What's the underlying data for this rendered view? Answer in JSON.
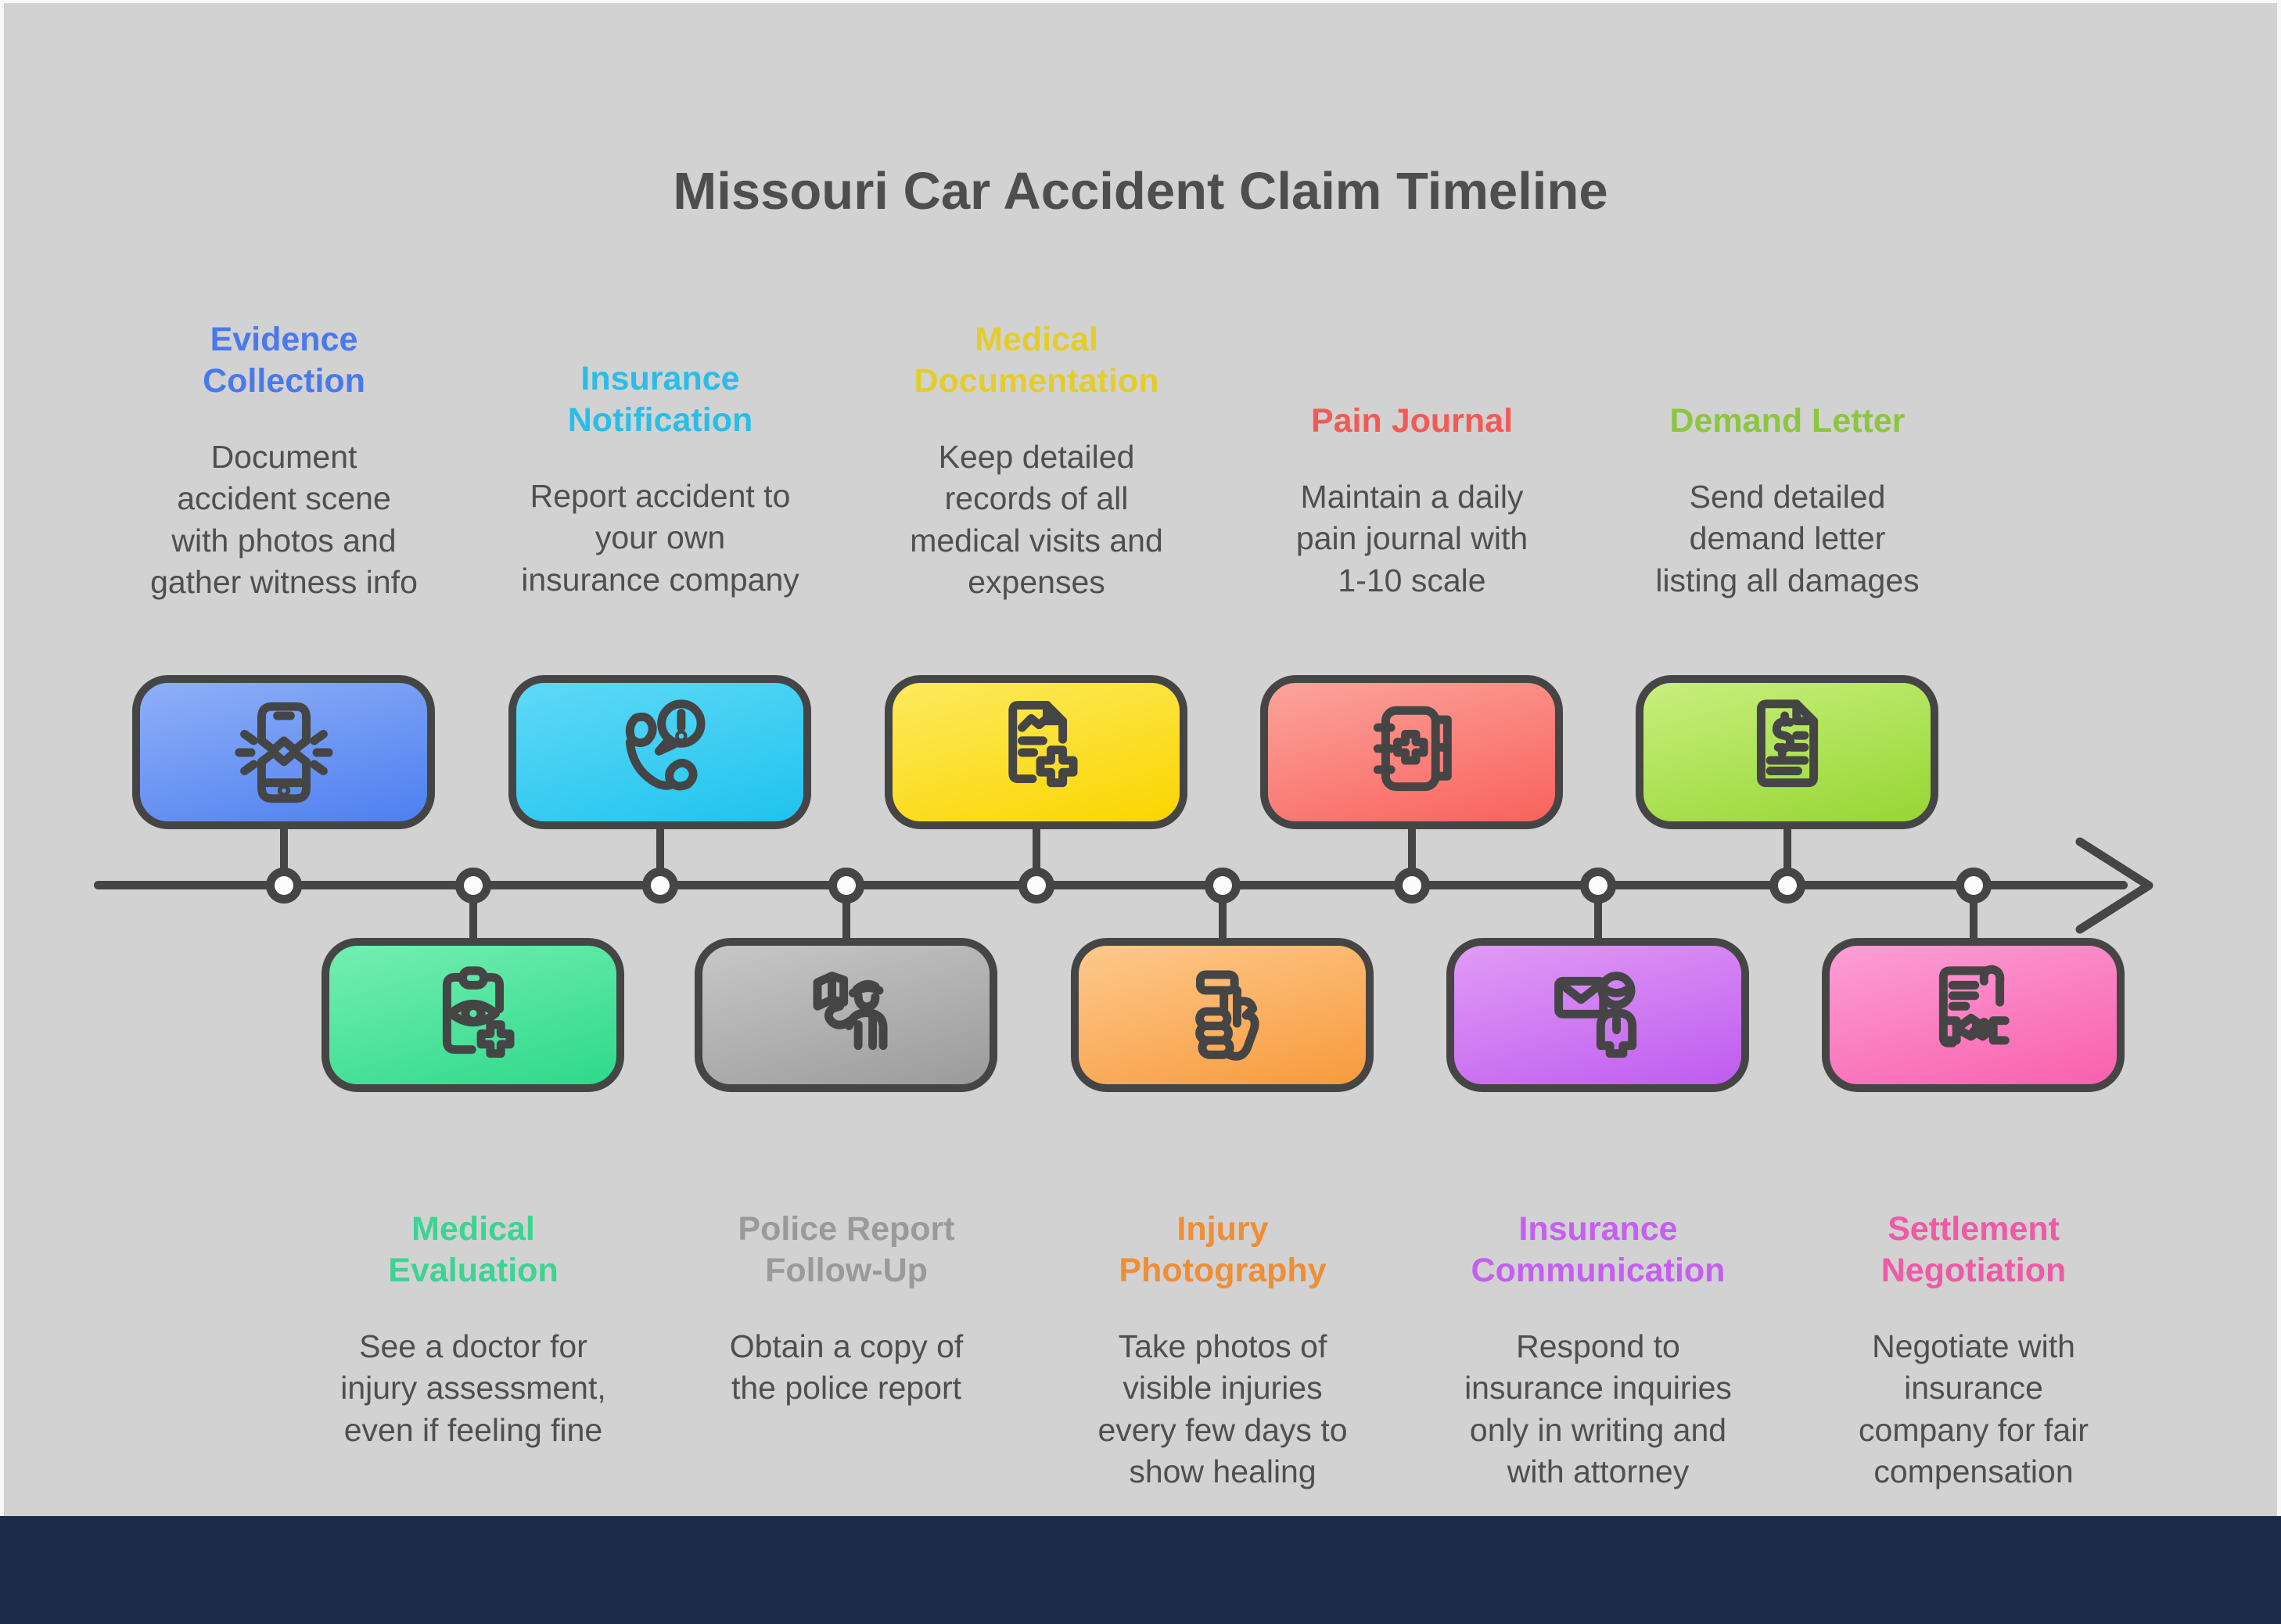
{
  "title": "Missouri Car Accident Claim Timeline",
  "colors": {
    "background": "#d2d2d2",
    "footer": "#1b2b4a",
    "line": "#454545",
    "title_text": "#4e4e4e",
    "desc_text": "#4f4f4f"
  },
  "steps": [
    {
      "icon": "broken-phone-icon",
      "position": "top",
      "title_lines": [
        "Evidence",
        "Collection"
      ],
      "title_color": "#4a79ee",
      "desc_lines": [
        "Document",
        "accident scene",
        "with photos and",
        "gather witness info"
      ],
      "box_top": "#8fb0f8",
      "box_bottom": "#4d7ff0"
    },
    {
      "icon": "phone-alert-icon",
      "position": "top",
      "title_lines": [
        "Insurance",
        "Notification"
      ],
      "title_color": "#29bde8",
      "desc_lines": [
        "Report accident to",
        "your own",
        "insurance company"
      ],
      "box_top": "#5fd9f7",
      "box_bottom": "#1fc3ee"
    },
    {
      "icon": "medical-document-icon",
      "position": "top",
      "title_lines": [
        "Medical",
        "Documentation"
      ],
      "title_color": "#e3cd2e",
      "desc_lines": [
        "Keep detailed",
        "records of all",
        "medical visits and",
        "expenses"
      ],
      "box_top": "#fcea5e",
      "box_bottom": "#fbd500"
    },
    {
      "icon": "medical-journal-icon",
      "position": "top",
      "title_lines": [
        "Pain Journal"
      ],
      "title_color": "#f25a55",
      "desc_lines": [
        "Maintain a daily",
        "pain journal with",
        "1-10 scale"
      ],
      "box_top": "#fba49c",
      "box_bottom": "#f9625c"
    },
    {
      "icon": "dollar-document-icon",
      "position": "top",
      "title_lines": [
        "Demand Letter"
      ],
      "title_color": "#8cc63f",
      "desc_lines": [
        "Send detailed",
        "demand letter",
        "listing all damages"
      ],
      "box_top": "#c8ef7d",
      "box_bottom": "#96d633"
    },
    {
      "icon": "clipboard-eye-icon",
      "position": "bottom",
      "title_lines": [
        "Medical",
        "Evaluation"
      ],
      "title_color": "#3bd492",
      "desc_lines": [
        "See a doctor for",
        "injury assessment,",
        "even if feeling fine"
      ],
      "box_top": "#74eeb2",
      "box_bottom": "#2ed98a"
    },
    {
      "icon": "police-officer-icon",
      "position": "bottom",
      "title_lines": [
        "Police Report",
        "Follow-Up"
      ],
      "title_color": "#9a9a9a",
      "desc_lines": [
        "Obtain a copy of",
        "the police report"
      ],
      "box_top": "#c7c7c7",
      "box_bottom": "#9b9b9b"
    },
    {
      "icon": "hand-holding-camera-icon",
      "position": "bottom",
      "title_lines": [
        "Injury",
        "Photography"
      ],
      "title_color": "#ef8e35",
      "desc_lines": [
        "Take photos of",
        "visible injuries",
        "every few days to",
        "show healing"
      ],
      "box_top": "#fdc98b",
      "box_bottom": "#f89a3d"
    },
    {
      "icon": "mail-person-icon",
      "position": "bottom",
      "title_lines": [
        "Insurance",
        "Communication"
      ],
      "title_color": "#c55ff2",
      "desc_lines": [
        "Respond to",
        "insurance inquiries",
        "only in writing and",
        "with attorney"
      ],
      "box_top": "#e09bf5",
      "box_bottom": "#bf5cf0"
    },
    {
      "icon": "contract-handshake-icon",
      "position": "bottom",
      "title_lines": [
        "Settlement",
        "Negotiation"
      ],
      "title_color": "#ef5aa6",
      "desc_lines": [
        "Negotiate with",
        "insurance",
        "company for fair",
        "compensation"
      ],
      "box_top": "#fc9ed6",
      "box_bottom": "#f960ae"
    }
  ]
}
